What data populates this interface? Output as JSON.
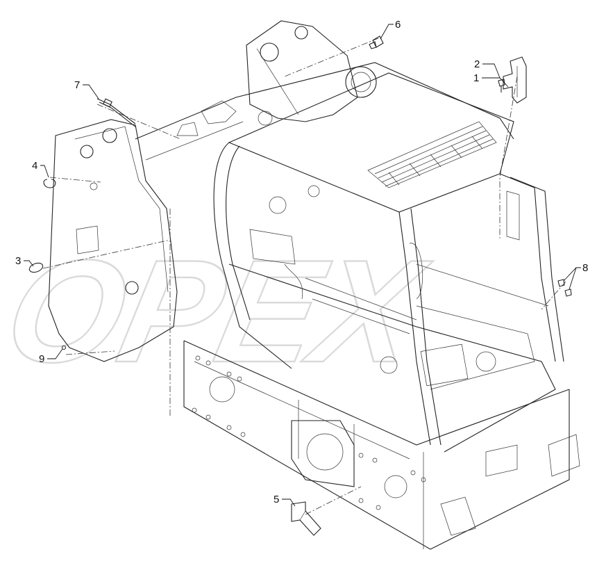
{
  "watermark": "OPEX",
  "callouts": [
    {
      "label": "1",
      "part": "bracket"
    },
    {
      "label": "2",
      "part": "bolt"
    },
    {
      "label": "3",
      "part": "ring"
    },
    {
      "label": "4",
      "part": "clip"
    },
    {
      "label": "5",
      "part": "bracket"
    },
    {
      "label": "6",
      "part": "fitting"
    },
    {
      "label": "7",
      "part": "cable-tie"
    },
    {
      "label": "8",
      "part": "bolt"
    },
    {
      "label": "9",
      "part": "pin"
    }
  ]
}
